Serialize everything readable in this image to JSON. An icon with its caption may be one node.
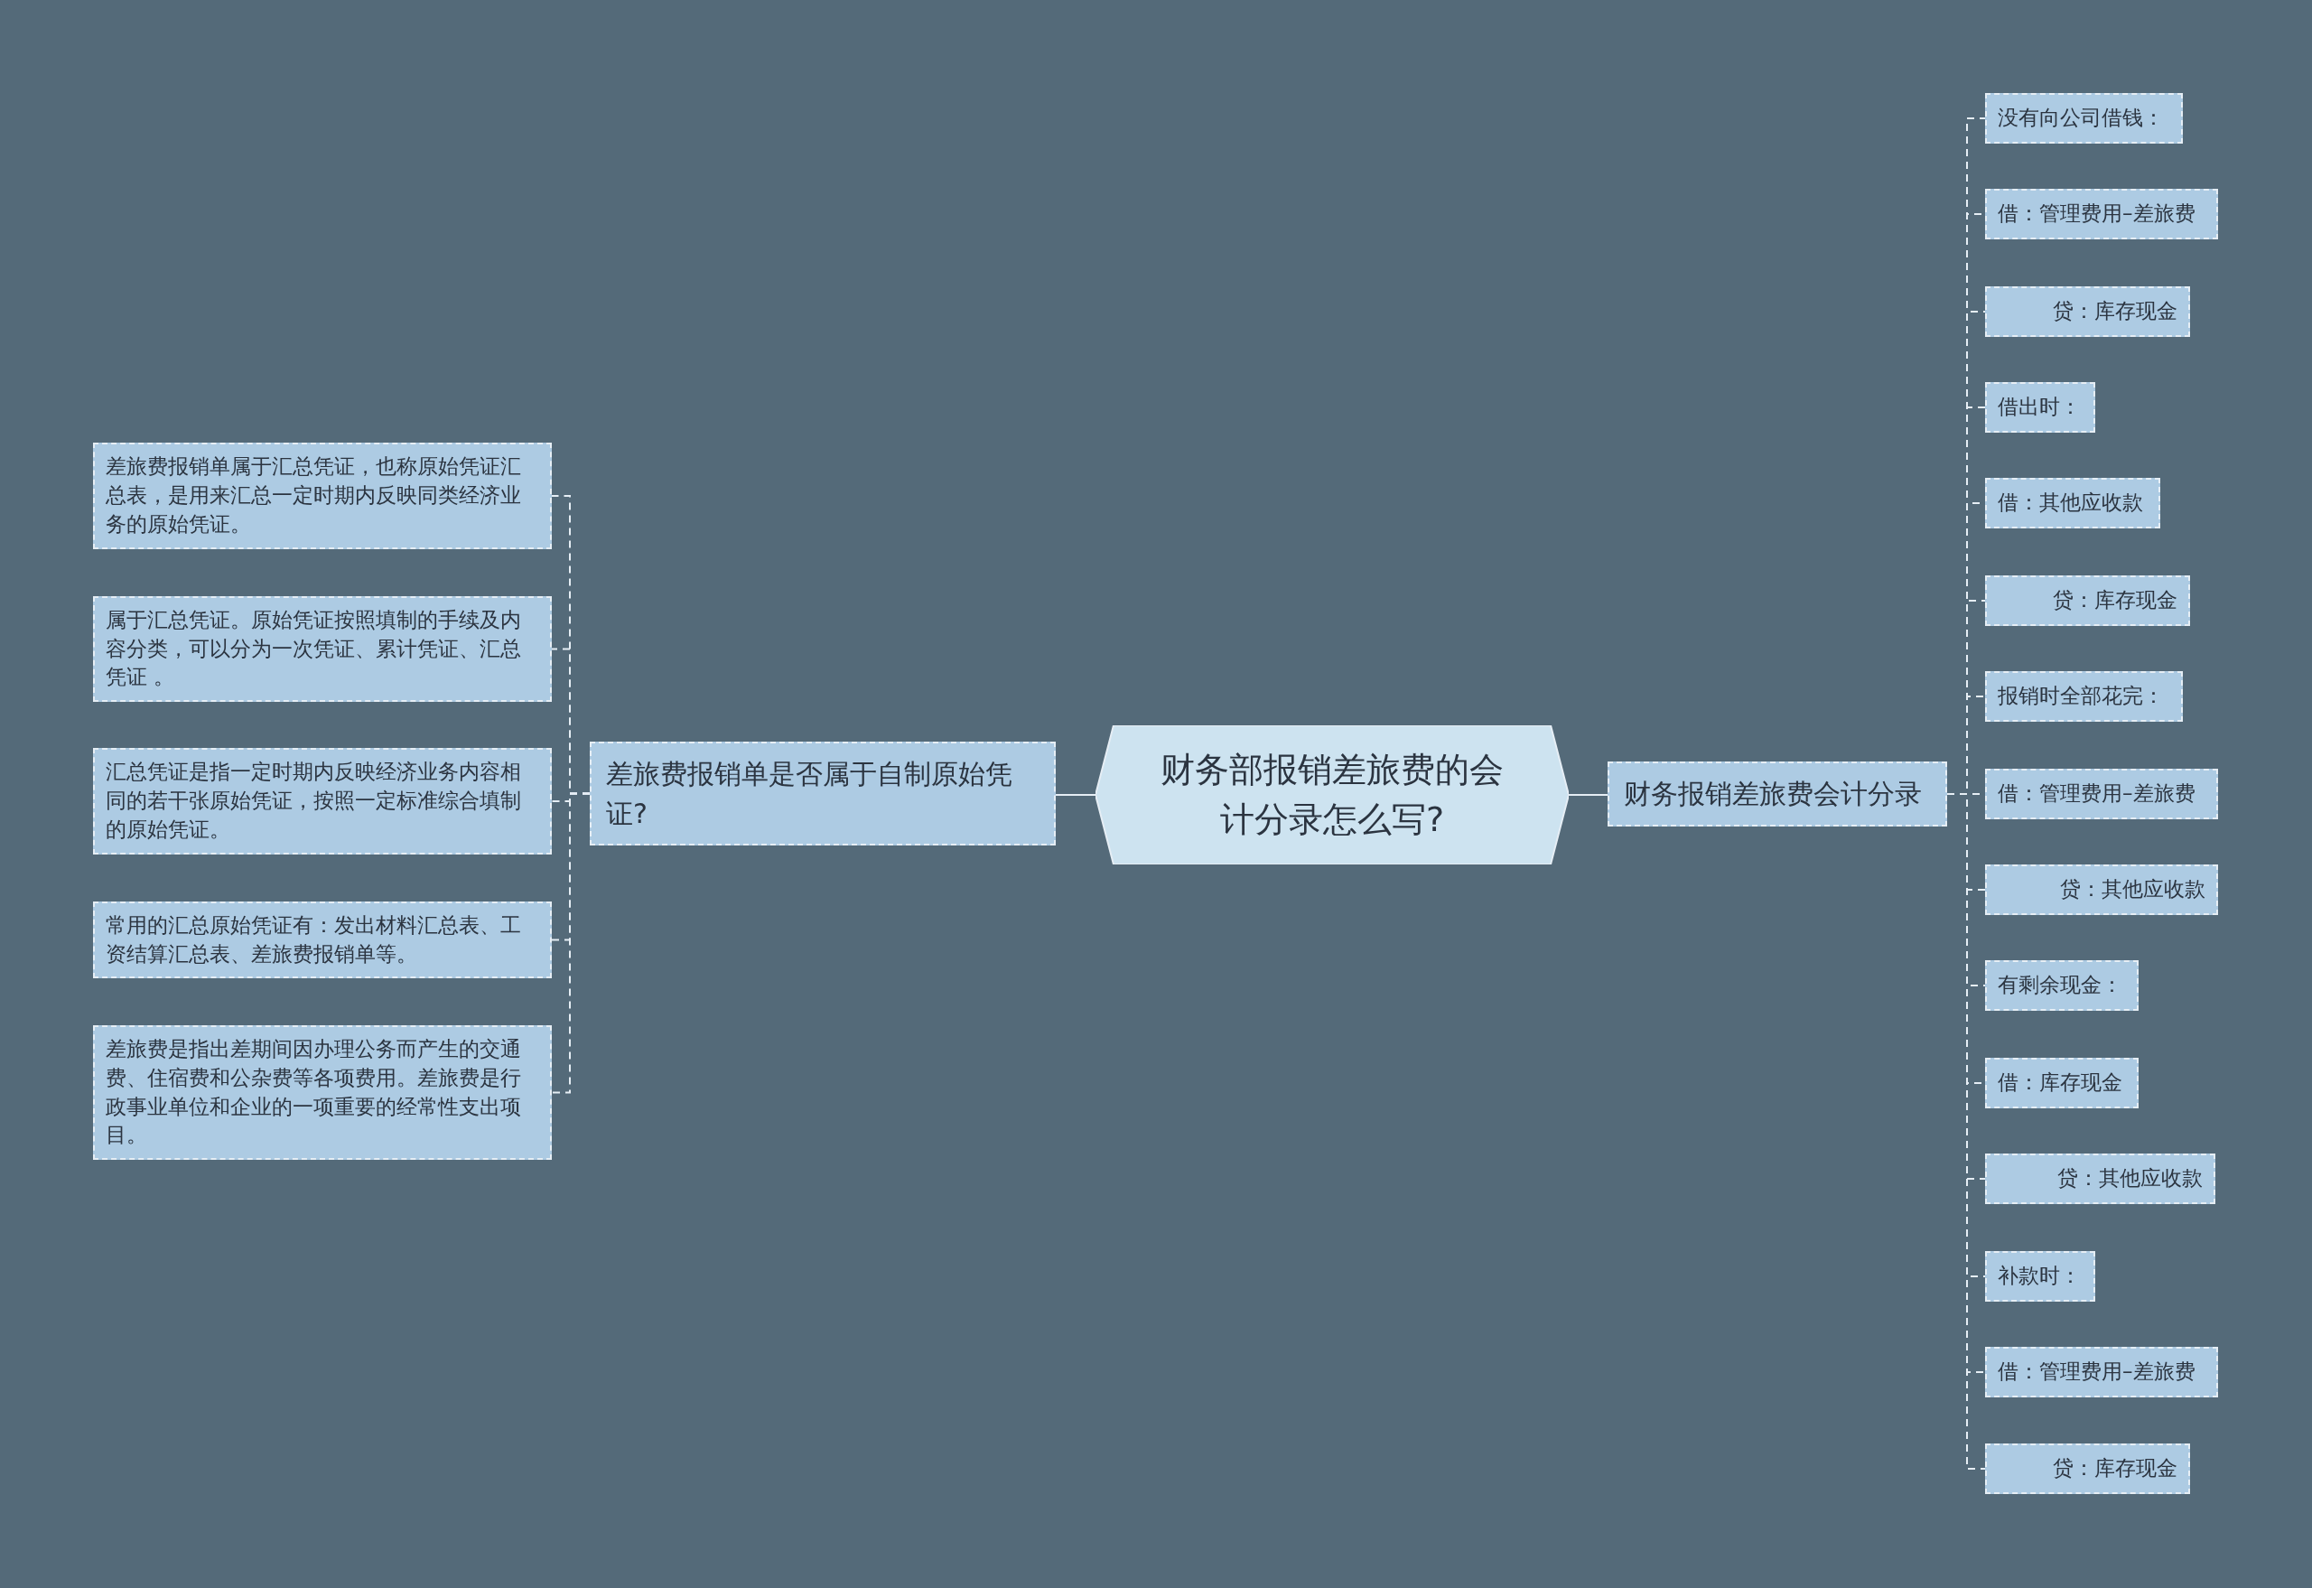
{
  "diagram": {
    "nodes": [
      {
        "text": [
          "财务部报销差旅费的会计分录怎么写?"
        ]
      },
      {
        "text": [
          "差旅费报销单是否属于自制原始凭证?"
        ]
      },
      {
        "text": [
          "差旅费报销单属于汇总凭证，也称原始凭证汇总表，是用来汇总一定时期内反映同类经济业务的原始凭证。"
        ]
      },
      {
        "text": [
          "属于汇总凭证。原始凭证按照填制的手续及内容分类，可以分为一次凭证、累计凭证、汇总凭证 。"
        ]
      },
      {
        "text": [
          "汇总凭证是指一定时期内反映经济业务内容相同的若干张原始凭证，按照一定标准综合填制的原始凭证。"
        ]
      },
      {
        "text": [
          "常用的汇总原始凭证有：发出材料汇总表、工资结算汇总表、差旅费报销单等。"
        ]
      },
      {
        "text": [
          "差旅费是指出差期间因办理公务而产生的交通费、住宿费和公杂费等各项费用。差旅费是行政事业单位和企业的一项重要的经常性支出项目。"
        ]
      },
      {
        "text": [
          "财务报销差旅费会计分录"
        ]
      },
      {
        "text": [
          "没有向公司借钱："
        ]
      },
      {
        "text": [
          "借：管理费用–差旅费"
        ]
      },
      {
        "text": [
          "贷：库存现金"
        ]
      },
      {
        "text": [
          "借出时："
        ]
      },
      {
        "text": [
          "借：其他应收款"
        ]
      },
      {
        "text": [
          "贷：库存现金"
        ]
      },
      {
        "text": [
          "报销时全部花完："
        ]
      },
      {
        "text": [
          "借：管理费用–差旅费"
        ]
      },
      {
        "text": [
          "贷：其他应收款"
        ]
      },
      {
        "text": [
          "有剩余现金："
        ]
      },
      {
        "text": [
          "借：库存现金"
        ]
      },
      {
        "text": [
          "贷：其他应收款"
        ]
      },
      {
        "text": [
          "补款时："
        ]
      },
      {
        "text": [
          "借：管理费用–差旅费"
        ]
      },
      {
        "text": [
          "贷：库存现金"
        ]
      }
    ],
    "edges": [
      {
        "from": 0,
        "to": 1,
        "arrow": "none"
      },
      {
        "from": 1,
        "to": 2,
        "arrow": "none",
        "style": "dashed"
      },
      {
        "from": 1,
        "to": 3,
        "arrow": "none",
        "style": "dashed"
      },
      {
        "from": 1,
        "to": 4,
        "arrow": "none",
        "style": "dashed"
      },
      {
        "from": 1,
        "to": 5,
        "arrow": "none",
        "style": "dashed"
      },
      {
        "from": 1,
        "to": 6,
        "arrow": "none",
        "style": "dashed"
      },
      {
        "from": 0,
        "to": 7,
        "arrow": "none"
      },
      {
        "from": 7,
        "to": 8,
        "arrow": "none",
        "style": "dashed"
      },
      {
        "from": 7,
        "to": 9,
        "arrow": "none",
        "style": "dashed"
      },
      {
        "from": 7,
        "to": 10,
        "arrow": "none",
        "style": "dashed"
      },
      {
        "from": 7,
        "to": 11,
        "arrow": "none",
        "style": "dashed"
      },
      {
        "from": 7,
        "to": 12,
        "arrow": "none",
        "style": "dashed"
      },
      {
        "from": 7,
        "to": 13,
        "arrow": "none",
        "style": "dashed"
      },
      {
        "from": 7,
        "to": 14,
        "arrow": "none",
        "style": "dashed"
      },
      {
        "from": 7,
        "to": 15,
        "arrow": "none",
        "style": "dashed"
      },
      {
        "from": 7,
        "to": 16,
        "arrow": "none",
        "style": "dashed"
      },
      {
        "from": 7,
        "to": 17,
        "arrow": "none",
        "style": "dashed"
      },
      {
        "from": 7,
        "to": 18,
        "arrow": "none",
        "style": "dashed"
      },
      {
        "from": 7,
        "to": 19,
        "arrow": "none",
        "style": "dashed"
      },
      {
        "from": 7,
        "to": 20,
        "arrow": "none",
        "style": "dashed"
      },
      {
        "from": 7,
        "to": 21,
        "arrow": "none",
        "style": "dashed"
      },
      {
        "from": 7,
        "to": 22,
        "arrow": "none",
        "style": "dashed"
      }
    ]
  }
}
